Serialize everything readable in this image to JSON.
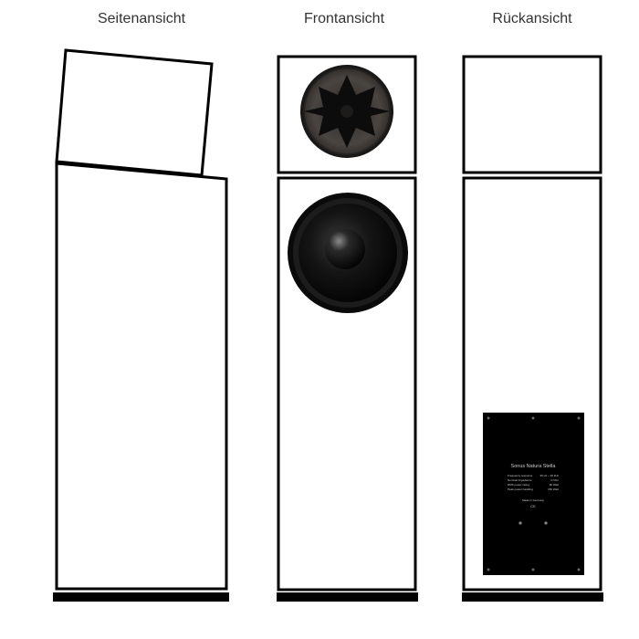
{
  "views": {
    "side": {
      "title": "Seitenansicht"
    },
    "front": {
      "title": "Frontansicht"
    },
    "back": {
      "title": "Rückansicht"
    }
  },
  "back_panel": {
    "model_name": "Sonus Natura Stella",
    "specs": [
      {
        "label": "Frequency response",
        "value": "39 Hz – 30 kHz"
      },
      {
        "label": "Nominal impedance",
        "value": "4 Ohm"
      },
      {
        "label": "RMS power rating",
        "value": "90 Watt"
      },
      {
        "label": "Peak power handling",
        "value": "150 Watt"
      }
    ],
    "origin": "Made in Germany",
    "ce_mark": "CE"
  },
  "colors": {
    "outline": "#000000",
    "panel": "#000000",
    "panel_text": "#cccccc",
    "driver_dark": "#111111",
    "tweeter_face": "#3a3633"
  }
}
